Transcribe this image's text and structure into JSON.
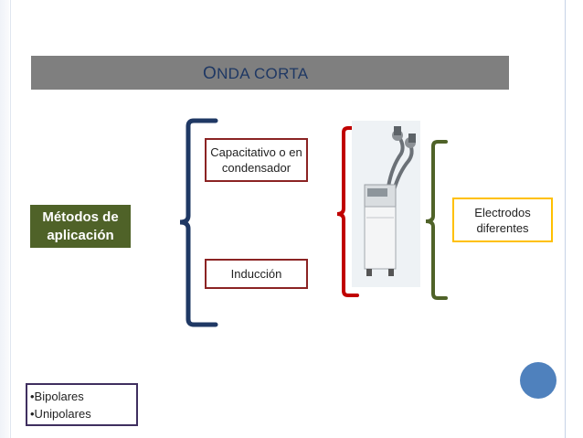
{
  "title": {
    "first_letter": "O",
    "rest_first_word": "NDA",
    "second_word": "CORTA"
  },
  "left_label": "Métodos de aplicación",
  "methods": {
    "capacitive": "Capacitativo o en condensador",
    "induction": "Inducción"
  },
  "device_image_icon": "shortwave-diathermy-device-icon",
  "electrodes": "Electrodos diferentes",
  "types": [
    "•Bipolares",
    "•Unipolares"
  ],
  "colors": {
    "title_bar": "#7f7f7f",
    "title_text": "#1f3864",
    "green_box": "#4f6228",
    "brace_blue": "#1f3864",
    "brace_red": "#c00000",
    "brace_green": "#4f6228",
    "box_border_red": "#8b2323",
    "box_border_gold": "#ffc000",
    "accent_circle": "#4f81bd"
  }
}
